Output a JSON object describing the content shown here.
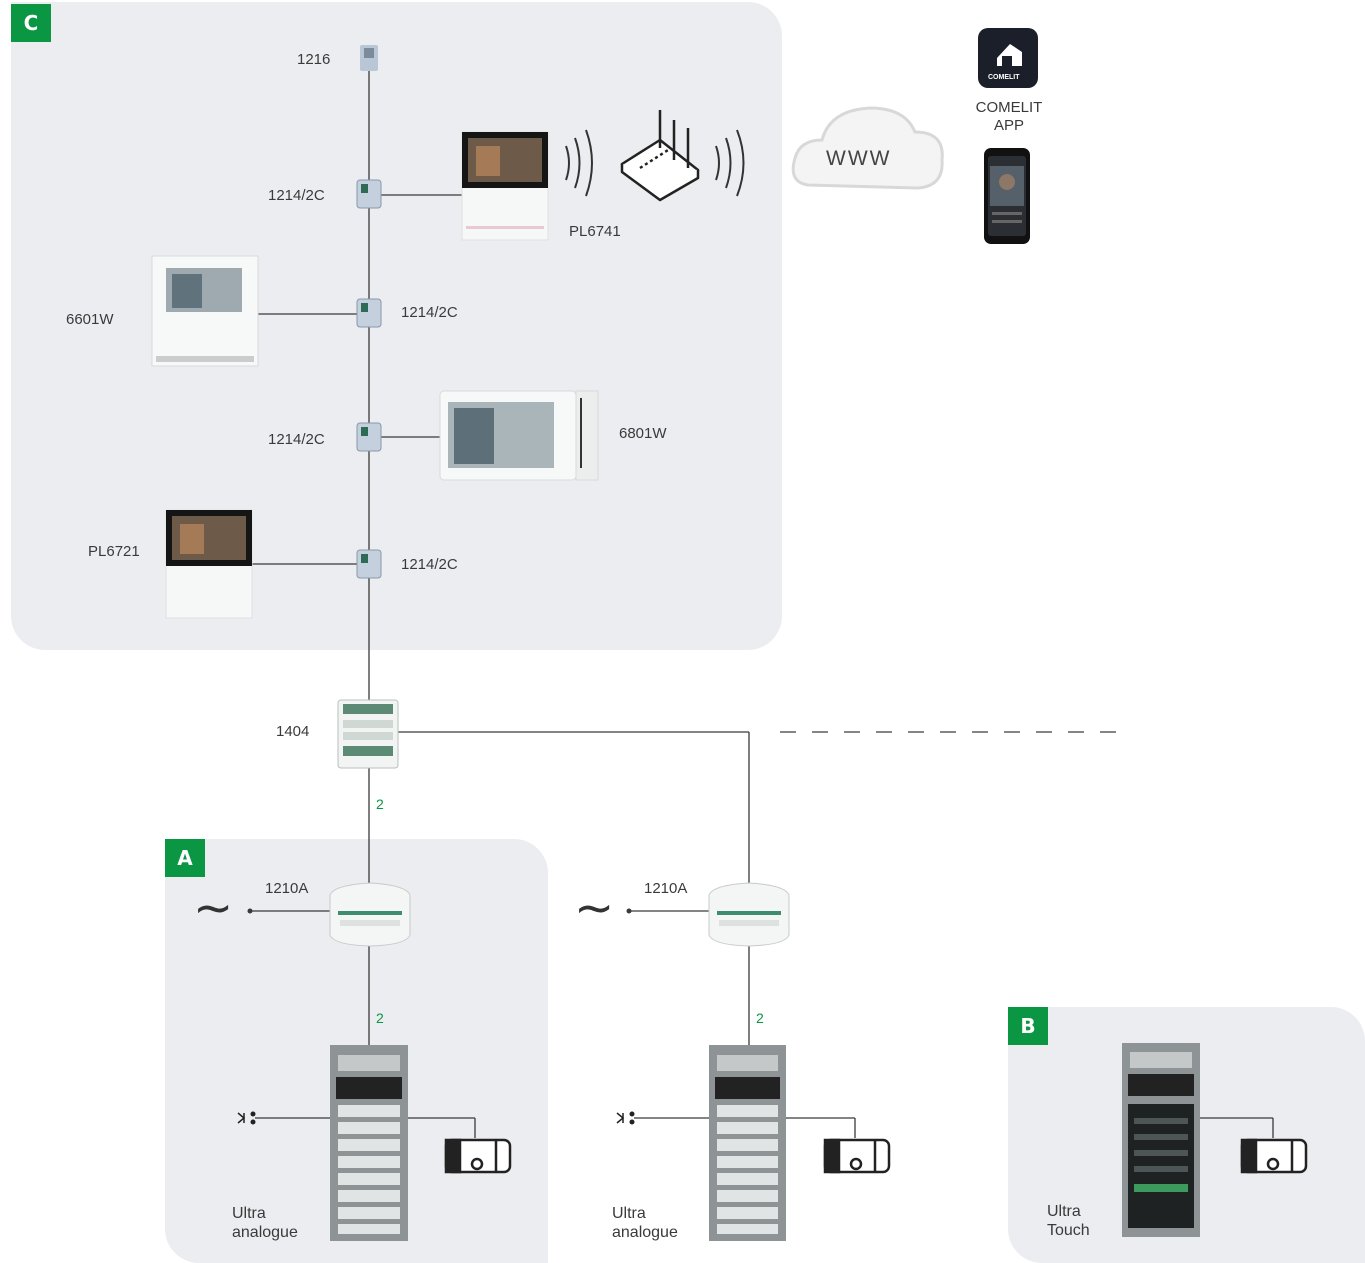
{
  "zones": {
    "c": {
      "badge": "C"
    },
    "a": {
      "badge": "A"
    },
    "b": {
      "badge": "B"
    }
  },
  "colors": {
    "accent": "#0a9642",
    "zone_bg": "#ebedf0",
    "line": "#3a3a3a"
  },
  "devices": {
    "top_1216": "1216",
    "monitor_pl6741_splitter": "1214/2C",
    "pl6741": "PL6741",
    "splitter_6601w": "1214/2C",
    "monitor_6601w": "6601W",
    "splitter_6801w": "1214/2C",
    "monitor_6801w": "6801W",
    "monitor_pl6721": "PL6721",
    "splitter_pl6721": "1214/2C",
    "distributor_1404": "1404",
    "psu_left": "1210A",
    "psu_right": "1210A",
    "wires_left_top": "2",
    "wires_left_bottom": "2",
    "wires_right_bottom": "2",
    "panel_left": "Ultra\nanalogue",
    "panel_middle": "Ultra\nanalogue",
    "panel_b": "Ultra\nTouch"
  },
  "cloud": {
    "label": "WWW"
  },
  "app": {
    "name": "COMELIT\nAPP",
    "icon_text": "COMELIT"
  },
  "power_symbol": "~",
  "icons": [
    "router-icon",
    "cloud-icon",
    "smartphone-icon",
    "app-icon",
    "lock-icon",
    "door-button-icon",
    "wifi-waves-icon"
  ]
}
